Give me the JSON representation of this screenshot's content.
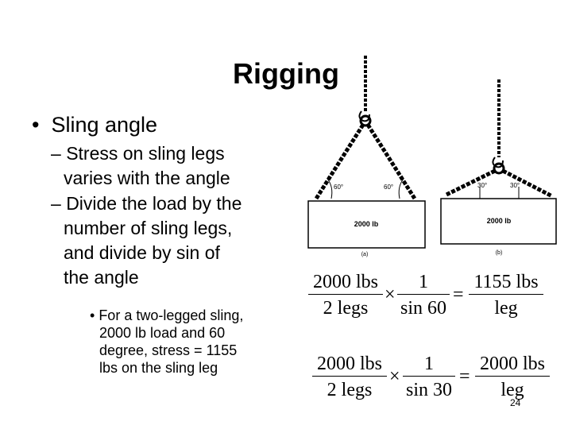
{
  "slide": {
    "title": "Rigging",
    "bullets": [
      {
        "text": "Sling angle",
        "sub": [
          {
            "lines": [
              "Stress on sling legs",
              "varies with the angle"
            ]
          },
          {
            "lines": [
              "Divide the load by the",
              "number of sling legs,",
              "and divide by sin of",
              "the angle"
            ],
            "sub": [
              {
                "lines": [
                  "For a two-legged sling,",
                  "2000 lb load and 60",
                  "degree, stress = 1155",
                  "lbs on the sling leg"
                ]
              }
            ]
          }
        ]
      }
    ],
    "figure": {
      "a": {
        "load": "2000 lb",
        "angle_left": "60°",
        "angle_right": "60°",
        "caption": "(a)"
      },
      "b": {
        "load": "2000 lb",
        "angle_left": "30°",
        "angle_right": "30°",
        "caption": "(b)"
      }
    },
    "equations": [
      {
        "f1_num": "2000  lbs",
        "f1_den": "2 legs",
        "times": "×",
        "f2_num": "1",
        "f2_den": "sin 60",
        "eq": "=",
        "f3_num": "1155  lbs",
        "f3_den": "leg"
      },
      {
        "f1_num": "2000  lbs",
        "f1_den": "2 legs",
        "times": "×",
        "f2_num": "1",
        "f2_den": "sin 30",
        "eq": "=",
        "f3_num": "2000  lbs",
        "f3_den": "leg"
      }
    ],
    "page_number": "24"
  }
}
